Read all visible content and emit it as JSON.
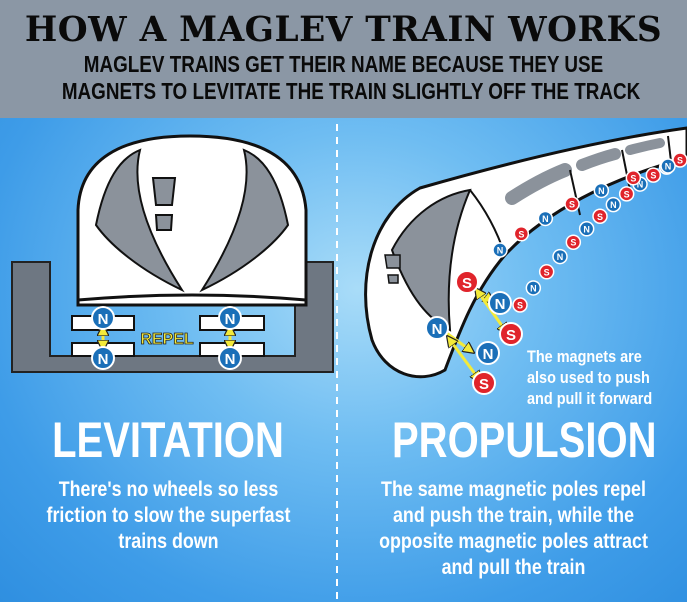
{
  "header": {
    "title": "HOW A MAGLEV TRAIN WORKS",
    "subtitle_lines": [
      "MAGLEV TRAINS GET THEIR NAME BECAUSE THEY USE",
      "MAGNETS TO LEVITATE THE TRAIN SLIGHTLY OFF THE TRACK"
    ]
  },
  "levitation": {
    "heading": "LEVITATION",
    "repel_label": "REPEL",
    "pole_n": "N",
    "desc_lines": [
      "There's no wheels so less",
      "friction to slow the superfast",
      "trains down"
    ]
  },
  "propulsion": {
    "heading": "PROPULSION",
    "pole_n": "N",
    "pole_s": "S",
    "note_lines": [
      "The magnets are",
      "also used to push",
      "and pull it forward"
    ],
    "desc_lines": [
      "The same magnetic poles repel",
      "and push the train, while the",
      "opposite magnetic poles attract",
      "and pull the train"
    ]
  },
  "colors": {
    "north": "#1a6fb8",
    "south": "#e0242b",
    "track": "#6e7782",
    "arrow": "#f3ea3a",
    "header": "#8b97a5"
  }
}
